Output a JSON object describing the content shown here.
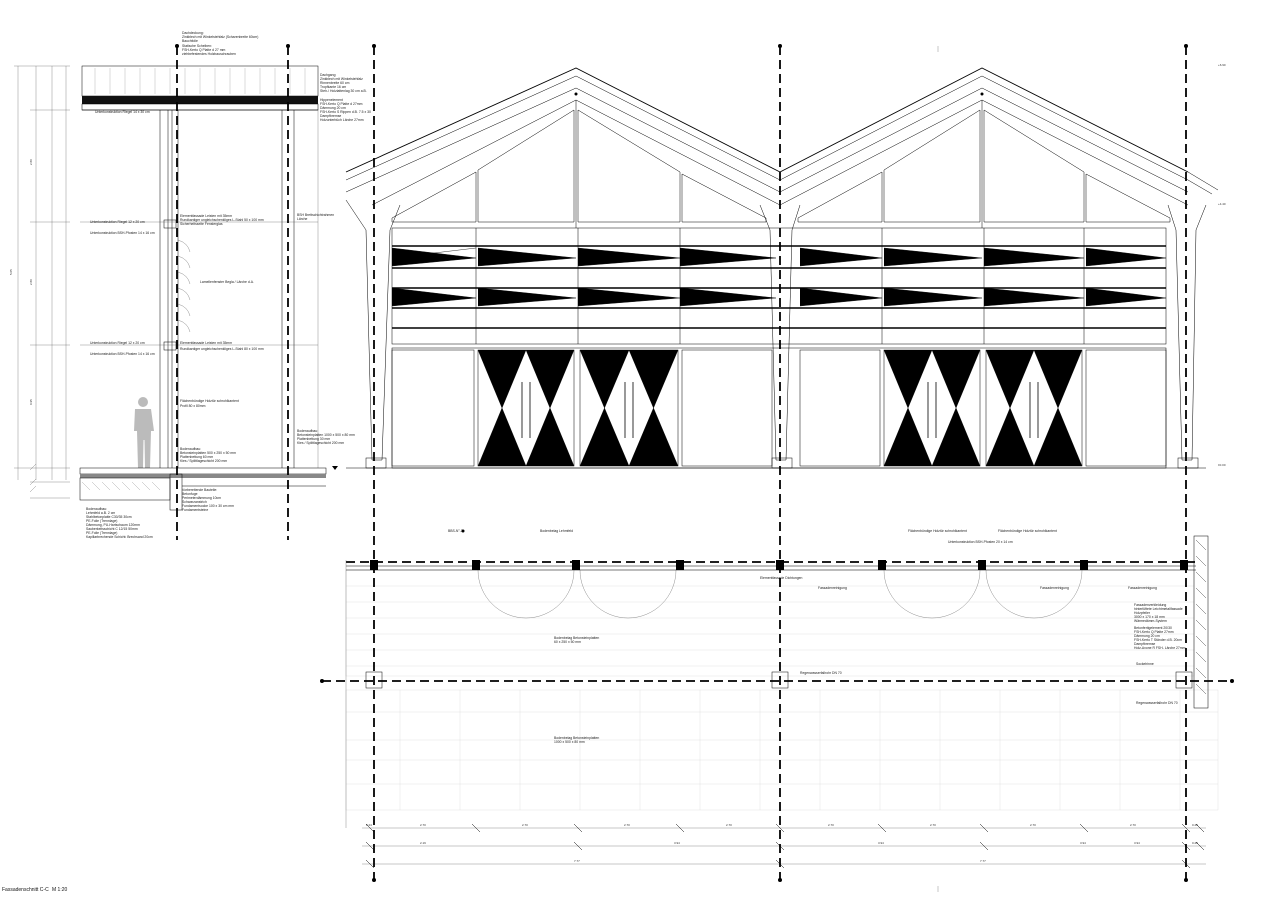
{
  "caption": {
    "title": "Fassadenschnitt C-C",
    "scale": "M 1:20"
  },
  "section_notes": {
    "roof": [
      "Dachdeckung:",
      "Zinkblech mit Winkelstehfalz (Scharenbreite 60cm)",
      "Bauchfolie",
      "Statische Scheiben:",
      "FSH-Kerto Q Platte d 27 mm",
      "ziehbefestendes Holzbauschrauben"
    ],
    "gutter": [
      "Dachgang",
      "Zinkblech mit Winkelstehfalz",
      "Rinnenbreite 60 cm",
      "Tropfkante 16 cm",
      "Steh-/ Holzlattenlag 30 cm a.B."
    ],
    "purlin": [
      "Hippenelement",
      "FSH-Kerto Q Platte d 27mm",
      "Dämmung 20 cm",
      "FSH-Kerto S Rippen d.B. 7.5 x 30",
      "Dampfbremse",
      "Holzunterbüch Lärche 27mm"
    ],
    "riegel_top": "Unterkonstruktion Riegel 14 x 30 cm",
    "bsh_right": [
      "BSH Brettschichtrahmen",
      "Lärche"
    ],
    "element_upper": [
      "Elementfassade Leisten mit 35mm",
      "Rundkantiger ungleichschenkliges L-Stahl 50 x 100 mm",
      "Sicherheitsseite Fensterglas"
    ],
    "riegel_mid": "Unterkonstruktion Riegel 12 x 20 cm",
    "bsh_post_mid": "Unterkonstruktion BSH-Pfosten 14 x 16 cm",
    "lamella_glass": "Lamellenfenster Begla / Lärche d.A.",
    "riegel_lower": "Unterkonstruktion Riegel 12 x 20 cm",
    "bsh_post_lower": "Unterkonstruktion BSH-Pfosten 14 x 16 cm",
    "element_lower": [
      "Elementfassade Leisten mit 35mm",
      "Rundkantiger ungleichschenkliges L-Stahl 80 x 100 mm"
    ],
    "door": [
      "Flächenbündige Holztür schrohlkantent",
      "Profil 80 x 80mm"
    ],
    "floor_top_left": [
      "Bodenaufbau:",
      "Betonsteinplatten 500 x 250 x 50 mm",
      "Plattenbettung 60 mm",
      "Kies / Splittlageschicht 200 mm"
    ],
    "floor_top_right": [
      "Bodenaufbau:",
      "Betonsteinplatten 1000 x 500 x 80 mm",
      "Plattenbettung 30 mm",
      "Kies / Splittlageschicht 200 mm"
    ],
    "foundation": [
      "Vorbereitende Bauteile:",
      "Betonfuge",
      "Perimeterdämmung 10cm",
      "Schwarzanstrich",
      "Fundamentsocke 100 x 30 cm mm",
      "Fundamentsteine"
    ],
    "slab": [
      "Bodenaufbau:",
      "Lehmfeld a.B. 2 cm",
      "Stahlbetonplatte C30/35 30cm",
      "PE-Folie (Trennlage)",
      "Dämmung, PU-Hartschaum 120mm",
      "Sauberkeitsschicht C 12/15 50mm",
      "PE-Folie (Trennlage)",
      "Kapillarbrechende Schicht: Brechsand 20cm"
    ]
  },
  "plan_labels": {
    "lehmfeld": "Bodenbelag Lehmfeld",
    "door_a": "Flächenbündige Holztür schrohlkantent",
    "door_b": "Flächenbündige Holztür schrohlkantent",
    "bsh_post": "Unterkonstruktion BSH-Pfosten 20 x 14 cm",
    "element_seal": "Elementfassade Dichtungen",
    "fussbodeneinlauf_1": "Fassadenreinigung",
    "fussbodeneinlauf_2": "Fassadenreinigung",
    "fussbodeneinlauf_3": "Fassadenreinigung",
    "paving_inner": [
      "Bodenbelag Betonsteinplatten",
      "60 x 250 x 50 mm"
    ],
    "paving_outer": [
      "Bodenbelag Betonsteinplatten",
      "1000 x 500 x 80 mm"
    ],
    "downpipe": "Regenwasserfallrohr DN 70",
    "downpipe_2": "Regenwasserfallrohr DN 70",
    "wall_build": [
      "Fassadenverkleidung",
      "hinterlüftete Leichtmetallfassade",
      "Holzpfeiler",
      "3000 x 170 x 18 mm",
      "Wärmedämm-System",
      "Betonfertigelement 20/30",
      "FSH-Kerto Q Platte 27mm",
      "Dämmung 20 cm",
      "FSH-Kerto T Ständer d.B. 20cm",
      "Dampfbremse",
      "Holz-Axone R FSH- Lärche 27mm"
    ],
    "skirting": "Sockelrinne",
    "small_ref": "BBS-N°-3"
  },
  "dimensions": {
    "row1": [
      "0.24",
      "2.70",
      "2.70",
      "2.70",
      "2.70",
      "2.70",
      "2.70",
      "2.70",
      "2.70",
      "0.20"
    ],
    "row2": [
      "2.19",
      "3.94",
      "3.94",
      "3.94",
      "3.94",
      "0.20"
    ],
    "row3": [
      "7.77",
      "7.77"
    ],
    "left_vertical": [
      "5.05",
      "2.80",
      "2.80",
      "0.95"
    ],
    "level_marks": [
      "+6.90",
      "+4.40",
      "±0.00"
    ]
  }
}
